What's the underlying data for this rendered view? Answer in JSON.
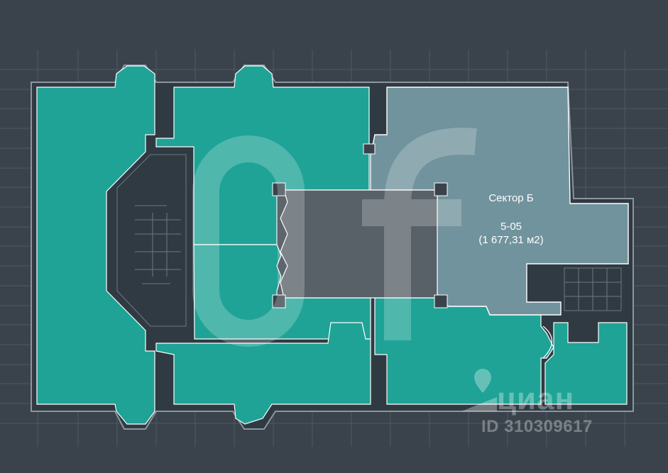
{
  "floorplan": {
    "sector_label": "Сектор Б",
    "unit_id": "5-05",
    "unit_area": "(1 677,31 м2)"
  },
  "watermark": {
    "brand": "циан",
    "listing_id": "ID 310309617",
    "icon": "location-pin-icon"
  },
  "colors": {
    "background": "#3a434c",
    "teal_zone": "#1fa396",
    "highlight_zone": "#7da3ad",
    "core": "#586068",
    "outline": "#ffffff"
  }
}
